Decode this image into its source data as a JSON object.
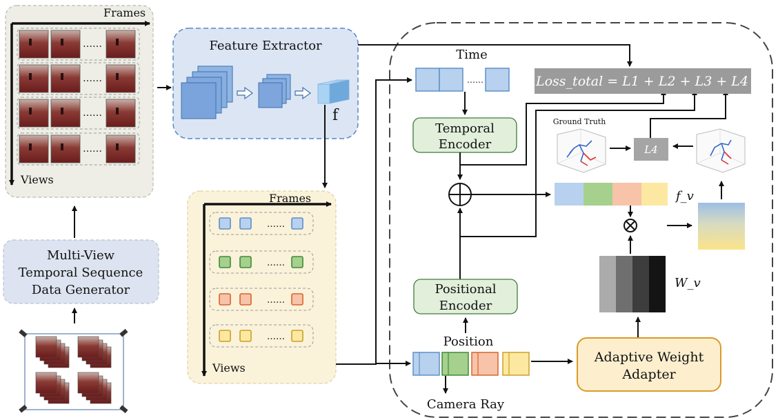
{
  "frames_panel": {
    "frames_label": "Frames",
    "views_label": "Views",
    "dots": "……"
  },
  "feature_extractor": {
    "title": "Feature Extractor",
    "f_label": "f"
  },
  "generator": {
    "line1": "Multi-View",
    "line2": "Temporal Sequence",
    "line3": "Data Generator"
  },
  "features_panel": {
    "frames_label": "Frames",
    "views_label": "Views",
    "dots": "……"
  },
  "time_label": "Time",
  "time_dots": "……",
  "temporal_encoder": {
    "line1": "Temporal",
    "line2": "Encoder"
  },
  "positional_encoder": {
    "line1": "Positional",
    "line2": "Encoder"
  },
  "position_label": "Position",
  "camera_ray_label": "Camera Ray",
  "adapter": {
    "line1": "Adaptive Weight",
    "line2": "Adapter"
  },
  "loss": {
    "text": "Loss_total = L1 + L2 + L3 + L4"
  },
  "ground_truth_label": "Ground Truth",
  "l4_label": "L4",
  "fv_label": "f_v",
  "wv_label": "W_v",
  "colors": {
    "blue": "#b8d1ee",
    "blue_stroke": "#5d8fc8",
    "green": "#a5d08d",
    "green_stroke": "#3f8a3a",
    "orange": "#f7c4a9",
    "orange_stroke": "#d8622f",
    "yellow": "#fce8a0",
    "yellow_stroke": "#c9a02a",
    "encoder_fill": "#e1efdb",
    "adapter_fill": "#fdefce",
    "adapter_stroke": "#d99a2a",
    "loss_fill": "#9b9b9b",
    "extractor_fill": "#dbe5f4",
    "generator_fill": "#dde3f0",
    "frames_panel_fill": "#eeeee7",
    "features_panel_fill": "#fbf2da"
  }
}
